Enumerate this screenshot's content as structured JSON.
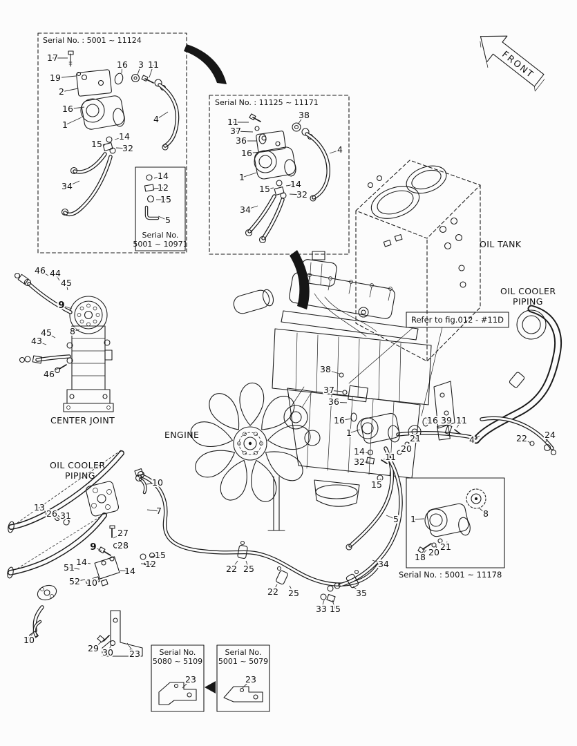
{
  "labels": {
    "front": "FRONT",
    "oil_tank": "OIL TANK",
    "oil_cooler_right_1": "OIL COOLER",
    "oil_cooler_right_2": "PIPING",
    "refer_note": "Refer to fig.012 - #11D",
    "engine": "ENGINE",
    "center_joint": "CENTER JOINT",
    "oil_cooler_left_1": "OIL COOLER",
    "oil_cooler_left_2": "PIPING"
  },
  "serials": {
    "box1": "Serial No. : 5001 ~ 11124",
    "box1_inner_1": "Serial No.",
    "box1_inner_2": "5001 ~ 10971",
    "box2": "Serial No. : 11125 ~ 11171",
    "box3": "Serial No. : 5001 ~ 11178",
    "box4_1": "Serial No.",
    "box4_2": "5080 ~ 5109",
    "box5_1": "Serial No.",
    "box5_2": "5001 ~ 5079"
  },
  "colors": {
    "ink": "#1c1c1c",
    "background": "#fcfcfc"
  },
  "callouts": [
    [
      "17",
      76,
      84,
      98,
      84
    ],
    [
      "19",
      80,
      113,
      110,
      110
    ],
    [
      "2",
      89,
      133,
      113,
      128
    ],
    [
      "16",
      177,
      94,
      176,
      106
    ],
    [
      "3",
      204,
      94,
      199,
      108
    ],
    [
      "11",
      222,
      94,
      216,
      112
    ],
    [
      "16",
      98,
      158,
      122,
      155
    ],
    [
      "1",
      94,
      181,
      118,
      170
    ],
    [
      "4",
      226,
      173,
      243,
      162
    ],
    [
      "14",
      180,
      198,
      166,
      202
    ],
    [
      "15",
      140,
      209,
      152,
      210
    ],
    [
      "32",
      185,
      215,
      168,
      214
    ],
    [
      "34",
      97,
      270,
      115,
      262
    ],
    [
      "14",
      236,
      255,
      223,
      258
    ],
    [
      "12",
      236,
      272,
      222,
      273
    ],
    [
      "15",
      240,
      289,
      226,
      289
    ],
    [
      "5",
      243,
      319,
      229,
      313
    ],
    [
      "11",
      337,
      177,
      360,
      177
    ],
    [
      "37",
      341,
      190,
      366,
      191
    ],
    [
      "36",
      349,
      204,
      371,
      204
    ],
    [
      "16",
      357,
      222,
      377,
      220
    ],
    [
      "38",
      440,
      167,
      431,
      180
    ],
    [
      "4",
      492,
      217,
      477,
      222
    ],
    [
      "1",
      350,
      257,
      371,
      250
    ],
    [
      "15",
      383,
      274,
      396,
      272
    ],
    [
      "14",
      428,
      267,
      414,
      269
    ],
    [
      "32",
      437,
      282,
      419,
      281
    ],
    [
      "34",
      355,
      304,
      373,
      298
    ],
    [
      "46",
      58,
      392,
      70,
      399
    ],
    [
      "44",
      80,
      396,
      86,
      406
    ],
    [
      "45",
      96,
      410,
      98,
      420
    ],
    [
      "9",
      89,
      442,
      104,
      447,
      1
    ],
    [
      "8",
      105,
      480,
      115,
      477
    ],
    [
      "45",
      67,
      482,
      80,
      489
    ],
    [
      "43",
      53,
      494,
      67,
      499
    ],
    [
      "46",
      71,
      542,
      86,
      532
    ],
    [
      "38",
      471,
      535,
      491,
      541
    ],
    [
      "37",
      476,
      565,
      496,
      567
    ],
    [
      "36",
      483,
      582,
      502,
      583
    ],
    [
      "16",
      491,
      609,
      509,
      606
    ],
    [
      "1",
      505,
      627,
      521,
      622
    ],
    [
      "16",
      626,
      609,
      616,
      613
    ],
    [
      "39",
      646,
      609,
      649,
      619
    ],
    [
      "11",
      668,
      609,
      661,
      619
    ],
    [
      "21",
      601,
      635,
      591,
      641
    ],
    [
      "20",
      588,
      650,
      579,
      653
    ],
    [
      "4",
      683,
      637,
      694,
      631
    ],
    [
      "22",
      755,
      635,
      768,
      641
    ],
    [
      "24",
      796,
      630,
      789,
      641
    ],
    [
      "14",
      520,
      654,
      534,
      656
    ],
    [
      "32",
      520,
      669,
      535,
      669
    ],
    [
      "11",
      565,
      662,
      555,
      665
    ],
    [
      "15",
      545,
      702,
      551,
      693
    ],
    [
      "5",
      573,
      752,
      559,
      746
    ],
    [
      "10",
      228,
      699,
      212,
      701
    ],
    [
      "7",
      230,
      740,
      213,
      738
    ],
    [
      "13",
      57,
      735,
      70,
      743
    ],
    [
      "26",
      75,
      744,
      85,
      751
    ],
    [
      "31",
      95,
      747,
      101,
      755
    ],
    [
      "27",
      178,
      772,
      164,
      779
    ],
    [
      "9",
      135,
      792,
      147,
      797,
      1
    ],
    [
      "28",
      178,
      790,
      167,
      793
    ],
    [
      "15",
      232,
      804,
      218,
      806
    ],
    [
      "12",
      218,
      817,
      204,
      816
    ],
    [
      "14",
      118,
      814,
      131,
      816
    ],
    [
      "51",
      100,
      822,
      115,
      824
    ],
    [
      "14",
      188,
      827,
      174,
      826
    ],
    [
      "52",
      108,
      842,
      123,
      839
    ],
    [
      "10",
      133,
      844,
      144,
      839
    ],
    [
      "22",
      335,
      824,
      344,
      812
    ],
    [
      "25",
      360,
      824,
      356,
      812
    ],
    [
      "22",
      395,
      857,
      401,
      846
    ],
    [
      "25",
      425,
      859,
      419,
      848
    ],
    [
      "34",
      555,
      817,
      539,
      811
    ],
    [
      "35",
      523,
      859,
      511,
      849
    ],
    [
      "33",
      465,
      882,
      469,
      869
    ],
    [
      "15",
      485,
      882,
      481,
      869
    ],
    [
      "10",
      42,
      927,
      49,
      913
    ],
    [
      "29",
      135,
      939,
      147,
      929
    ],
    [
      "30",
      156,
      945,
      161,
      933
    ],
    [
      "23",
      195,
      947,
      184,
      931
    ],
    [
      "1",
      598,
      752,
      614,
      751
    ],
    [
      "8",
      703,
      744,
      694,
      736
    ],
    [
      "18",
      608,
      807,
      617,
      796
    ],
    [
      "20",
      628,
      800,
      632,
      791
    ],
    [
      "21",
      645,
      792,
      647,
      784
    ],
    [
      "23",
      276,
      984,
      264,
      996
    ],
    [
      "23",
      363,
      984,
      351,
      996
    ]
  ]
}
